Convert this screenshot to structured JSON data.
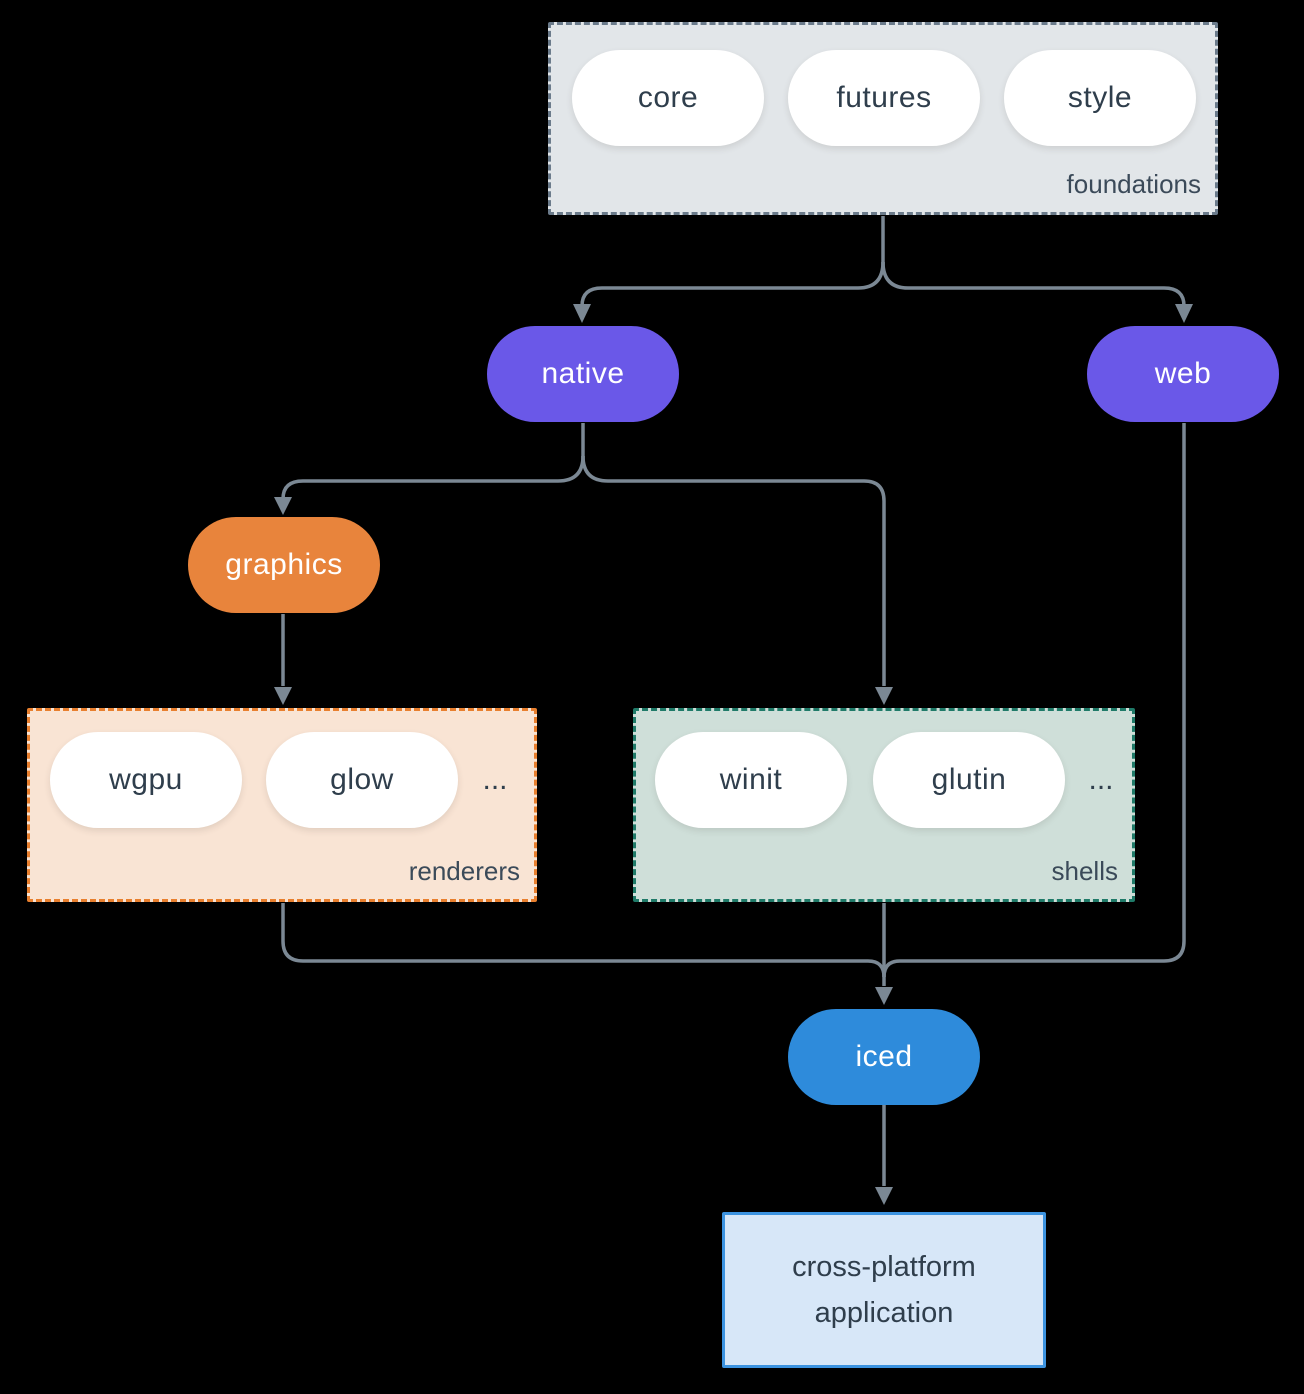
{
  "diagram": {
    "foundations": {
      "label": "foundations",
      "pills": [
        "core",
        "futures",
        "style"
      ]
    },
    "native": {
      "label": "native"
    },
    "web": {
      "label": "web"
    },
    "graphics": {
      "label": "graphics"
    },
    "renderers": {
      "label": "renderers",
      "pills": [
        "wgpu",
        "glow"
      ],
      "more": "..."
    },
    "shells": {
      "label": "shells",
      "pills": [
        "winit",
        "glutin"
      ],
      "more": "..."
    },
    "iced": {
      "label": "iced"
    },
    "application": {
      "line1": "cross-platform",
      "line2": "application"
    }
  },
  "colors": {
    "background": "#000000",
    "edge_line": "#7b8894",
    "purple_node": "#6a58e8",
    "orange_node": "#e8843c",
    "blue_node": "#2e8bdb",
    "dark_text": "#2f3e4c",
    "group_label_text": "#3b4a59",
    "foundations_fill": "#e2e6e9",
    "foundations_border": "#6b7b8b",
    "renderers_fill": "#f9e4d4",
    "renderers_border": "#e87f2e",
    "shells_fill": "#cfdfd9",
    "shells_border": "#1f7a68",
    "application_fill": "#d7e7f8",
    "application_border": "#3c93e0",
    "white_pill_fill": "#ffffff"
  }
}
